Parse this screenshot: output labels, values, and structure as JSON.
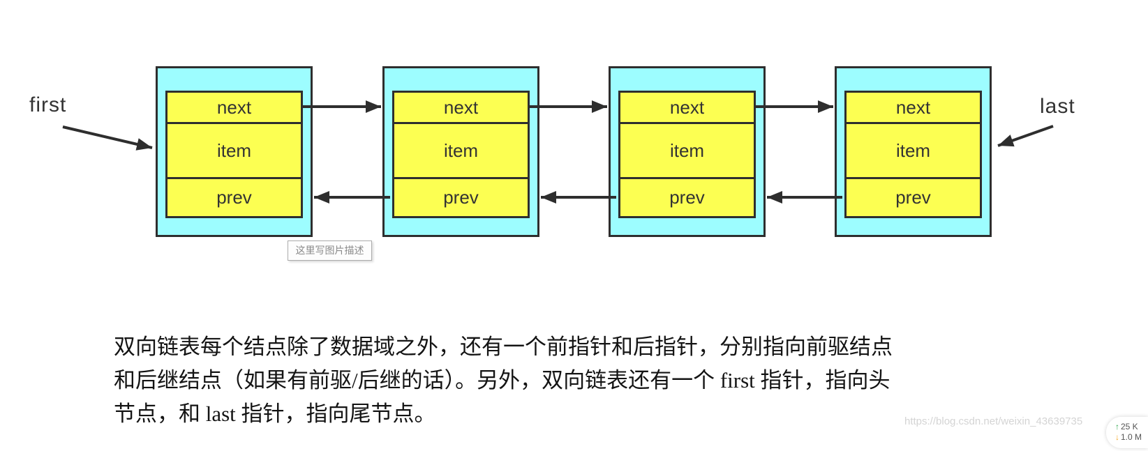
{
  "diagram": {
    "first_label": "first",
    "last_label": "last",
    "nodes": [
      {
        "cells": [
          "next",
          "item",
          "prev"
        ]
      },
      {
        "cells": [
          "next",
          "item",
          "prev"
        ]
      },
      {
        "cells": [
          "next",
          "item",
          "prev"
        ]
      },
      {
        "cells": [
          "next",
          "item",
          "prev"
        ]
      }
    ],
    "caption": "这里写图片描述"
  },
  "paragraph": {
    "lines": [
      "双向链表每个结点除了数据域之外，还有一个前指针和后指针，分别指向前驱结点",
      "和后继结点（如果有前驱/后继的话）。另外，双向链表还有一个 first 指针，指向头",
      "节点，和 last 指针，指向尾节点。"
    ]
  },
  "watermark": "https://blog.csdn.net/weixin_43639735",
  "net_widget": {
    "up_arrow": "↑",
    "up_value": "25 K",
    "down_arrow": "↓",
    "down_value": "1.0 M"
  },
  "colors": {
    "node_bg": "#9DFDFF",
    "cell_bg": "#FCFF52",
    "line": "#2e2e2e",
    "up": "#2FA84F",
    "down": "#F5A623"
  }
}
